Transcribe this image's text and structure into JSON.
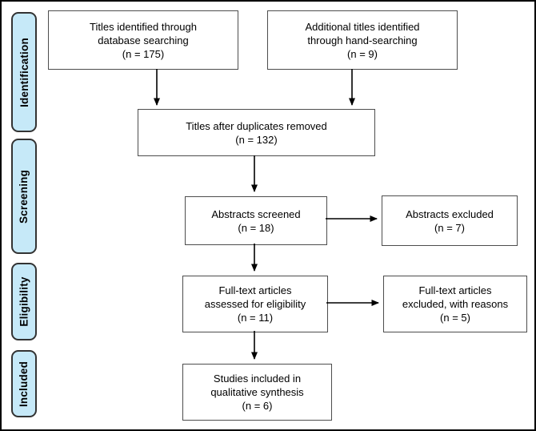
{
  "sidebar": {
    "stages": [
      {
        "label": "Identification"
      },
      {
        "label": "Screening"
      },
      {
        "label": "Eligibility"
      },
      {
        "label": "Included"
      }
    ]
  },
  "boxes": {
    "database_search": {
      "lines": [
        "Titles identified through",
        "database searching",
        "(n = 175)"
      ]
    },
    "hand_search": {
      "lines": [
        "Additional titles identified",
        "through hand-searching",
        "(n = 9)"
      ]
    },
    "duplicates_removed": {
      "lines": [
        "Titles after duplicates removed",
        "(n = 132)"
      ]
    },
    "abstracts_screened": {
      "lines": [
        "Abstracts screened",
        "(n = 18)"
      ]
    },
    "abstracts_excluded": {
      "lines": [
        "Abstracts excluded",
        "(n = 7)"
      ]
    },
    "fulltext_assessed": {
      "lines": [
        "Full-text articles",
        "assessed for eligibility",
        "(n = 11)"
      ]
    },
    "fulltext_excluded": {
      "lines": [
        "Full-text articles",
        "excluded, with reasons",
        "(n = 5)"
      ]
    },
    "studies_included": {
      "lines": [
        "Studies included in",
        "qualitative synthesis",
        "(n = 6)"
      ]
    }
  },
  "colors": {
    "stage_fill": "#c6e9f8",
    "stage_border": "#333333",
    "box_fill": "#ffffff",
    "box_border": "#4d4d4d",
    "arrow": "#000000",
    "text": "#000000",
    "background": "#ffffff",
    "outer_border": "#000000"
  }
}
